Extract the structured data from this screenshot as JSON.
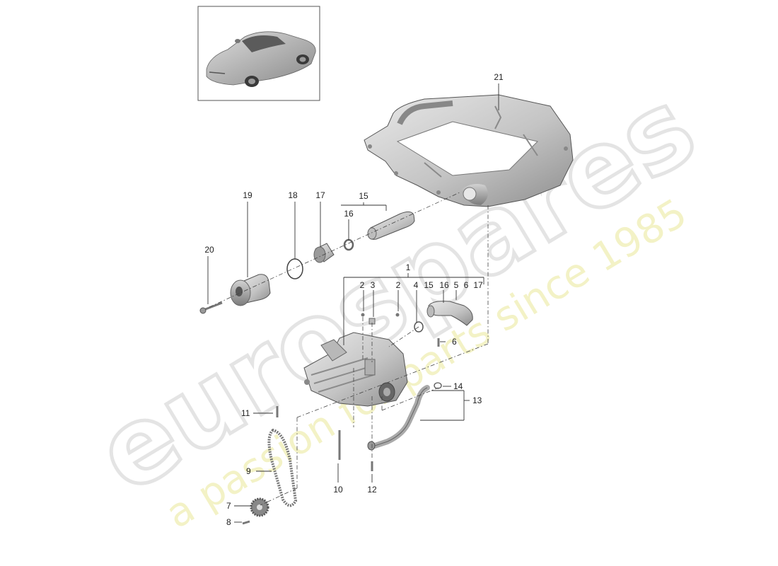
{
  "watermark": {
    "brand": "eurospares",
    "tagline": "a passion for parts since 1985"
  },
  "callouts": {
    "c1": "1",
    "c2a": "2",
    "c2b": "2",
    "c3": "3",
    "c4": "4",
    "c5": "5",
    "c6a": "6",
    "c6b": "6",
    "c7": "7",
    "c8": "8",
    "c9": "9",
    "c10": "10",
    "c11": "11",
    "c12": "12",
    "c13": "13",
    "c14": "14",
    "c15a": "15",
    "c15b": "15",
    "c16a": "16",
    "c16b": "16",
    "c17a": "17",
    "c17b": "17",
    "c18": "18",
    "c19": "19",
    "c20": "20",
    "c21": "21"
  },
  "colors": {
    "part_fill": "#cfcfcf",
    "part_shadow": "#9a9a9a",
    "line": "#333333",
    "watermark_grey": "#e4e4e4",
    "watermark_yellow": "#f3f2c6"
  }
}
